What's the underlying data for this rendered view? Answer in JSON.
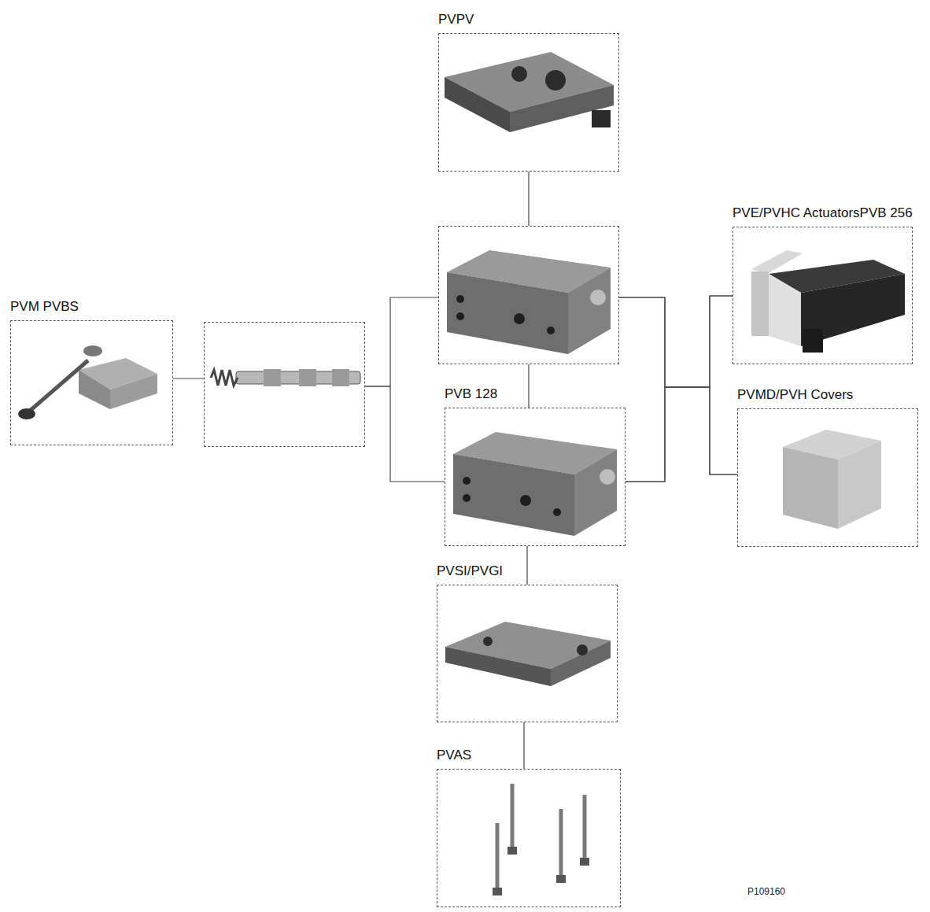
{
  "diagram": {
    "nodes": [
      {
        "text": [
          "PVPV"
        ]
      },
      {
        "text": []
      },
      {
        "text": [
          "PVE/PVHC ActuatorsPVB 256"
        ]
      },
      {
        "text": [
          "PVM PVBS"
        ]
      },
      {
        "text": []
      },
      {
        "text": [
          "PVB 128"
        ]
      },
      {
        "text": [
          "PVMD/PVH Covers"
        ]
      },
      {
        "text": [
          "PVSI/PVGI"
        ]
      },
      {
        "text": [
          "PVAS"
        ]
      }
    ],
    "edges": [
      {
        "from": 0,
        "to": 1,
        "arrow": "none"
      },
      {
        "from": 3,
        "to": 4,
        "arrow": "none"
      },
      {
        "from": 4,
        "to": 1,
        "arrow": "none"
      },
      {
        "from": 4,
        "to": 5,
        "arrow": "none"
      },
      {
        "from": 1,
        "to": 5,
        "arrow": "none"
      },
      {
        "from": 1,
        "to": 2,
        "arrow": "none"
      },
      {
        "from": 1,
        "to": 6,
        "arrow": "none"
      },
      {
        "from": 5,
        "to": 2,
        "arrow": "none"
      },
      {
        "from": 5,
        "to": 6,
        "arrow": "none"
      },
      {
        "from": 5,
        "to": 7,
        "arrow": "none"
      },
      {
        "from": 7,
        "to": 8,
        "arrow": "none"
      }
    ],
    "labels": [
      "P109160"
    ]
  }
}
